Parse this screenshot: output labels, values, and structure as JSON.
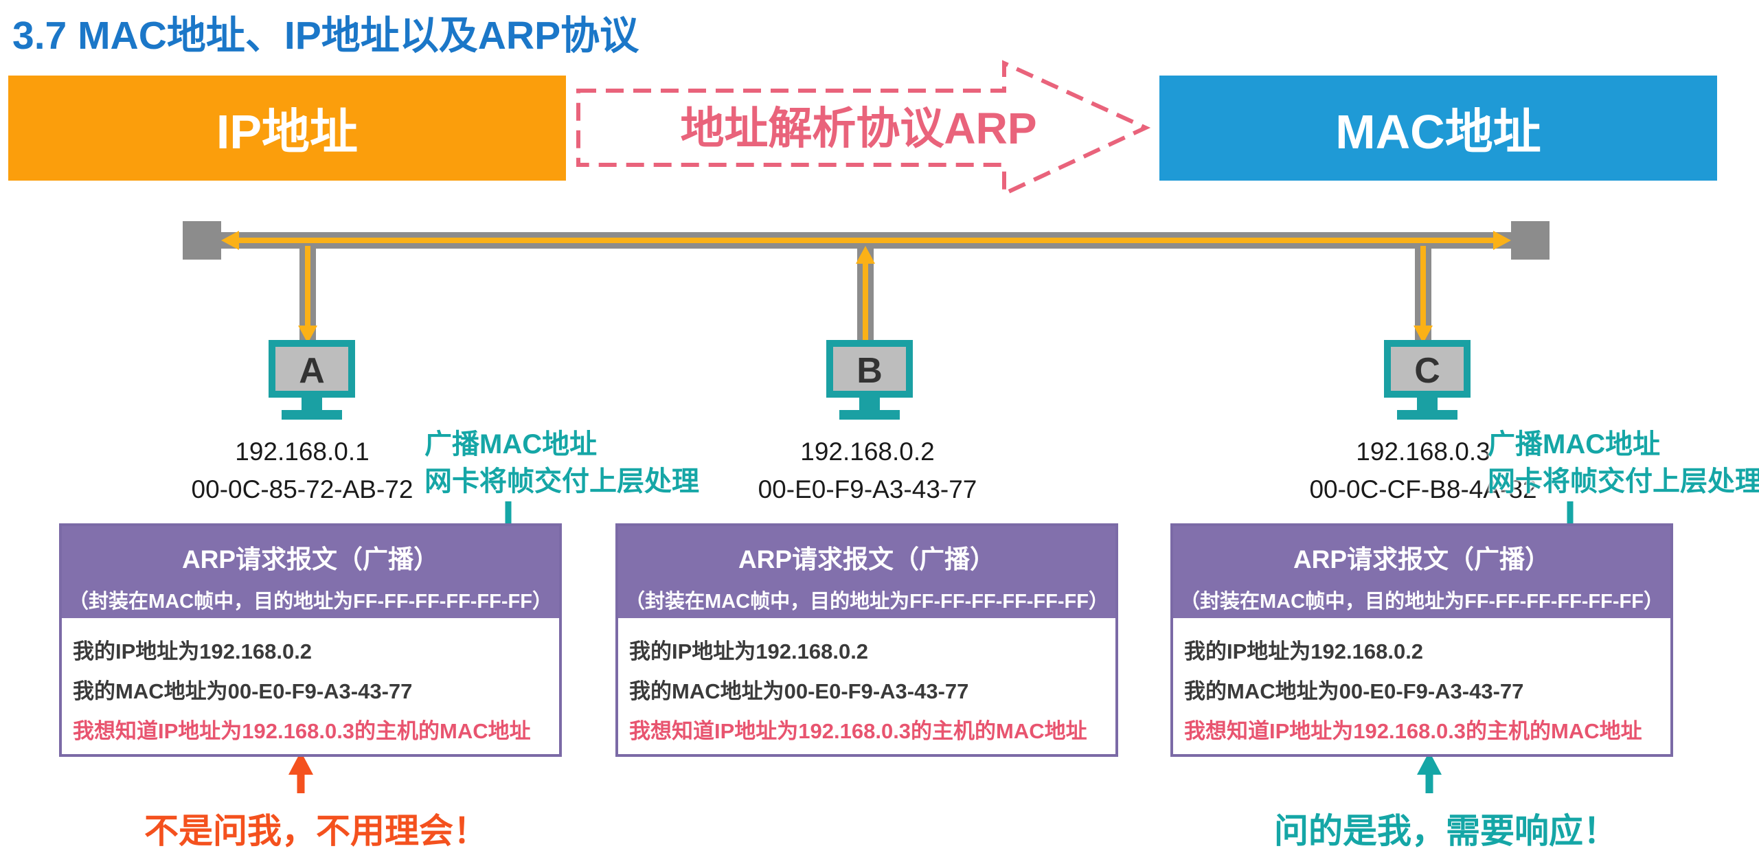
{
  "title": "3.7 MAC地址、IP地址以及ARP协议",
  "header": {
    "ip_label": "IP地址",
    "arrow_label": "地址解析协议ARP",
    "mac_label": "MAC地址"
  },
  "hosts": [
    {
      "letter": "A",
      "ip": "192.168.0.1",
      "mac": "00-0C-85-72-AB-72"
    },
    {
      "letter": "B",
      "ip": "192.168.0.2",
      "mac": "00-E0-F9-A3-43-77"
    },
    {
      "letter": "C",
      "ip": "192.168.0.3",
      "mac": "00-0C-CF-B8-4A-82"
    }
  ],
  "notes": {
    "line1": "广播MAC地址",
    "line2": "网卡将帧交付上层处理"
  },
  "arp_packet": {
    "title": "ARP请求报文（广播）",
    "subtitle": "（封装在MAC帧中，目的地址为FF-FF-FF-FF-FF-FF）",
    "line1": "我的IP地址为192.168.0.2",
    "line2": "我的MAC地址为00-E0-F9-A3-43-77",
    "line3": "我想知道IP地址为192.168.0.3的主机的MAC地址"
  },
  "responses": {
    "host_a": "不是问我，不用理会！",
    "host_c": "问的是我，需要响应！"
  },
  "colors": {
    "title": "#1b77c8",
    "ip_banner": "#fb9e0c",
    "mac_banner": "#1f9ad6",
    "arrow_outline": "#e9637b",
    "bus": "#8c8c8c",
    "signal": "#fbb117",
    "host_icon": "#1aa0a3",
    "packet_header": "#8270ac",
    "teal_note": "#15a6a6",
    "reject": "#f4511e"
  }
}
